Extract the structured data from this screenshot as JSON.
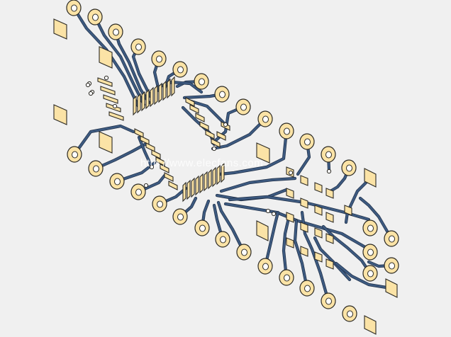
{
  "watermark": "http://www.elecfans.com",
  "colors": {
    "background": "#f0f0f0",
    "copper_fill": "#fbe3a6",
    "copper_outline": "#2c2a24",
    "trace": "#3d5a80",
    "trace_edge": "#1f2f47"
  },
  "icons": [
    "through-hole-pad",
    "smd-pad",
    "square-via-pad",
    "ic-footprint",
    "trace"
  ]
}
